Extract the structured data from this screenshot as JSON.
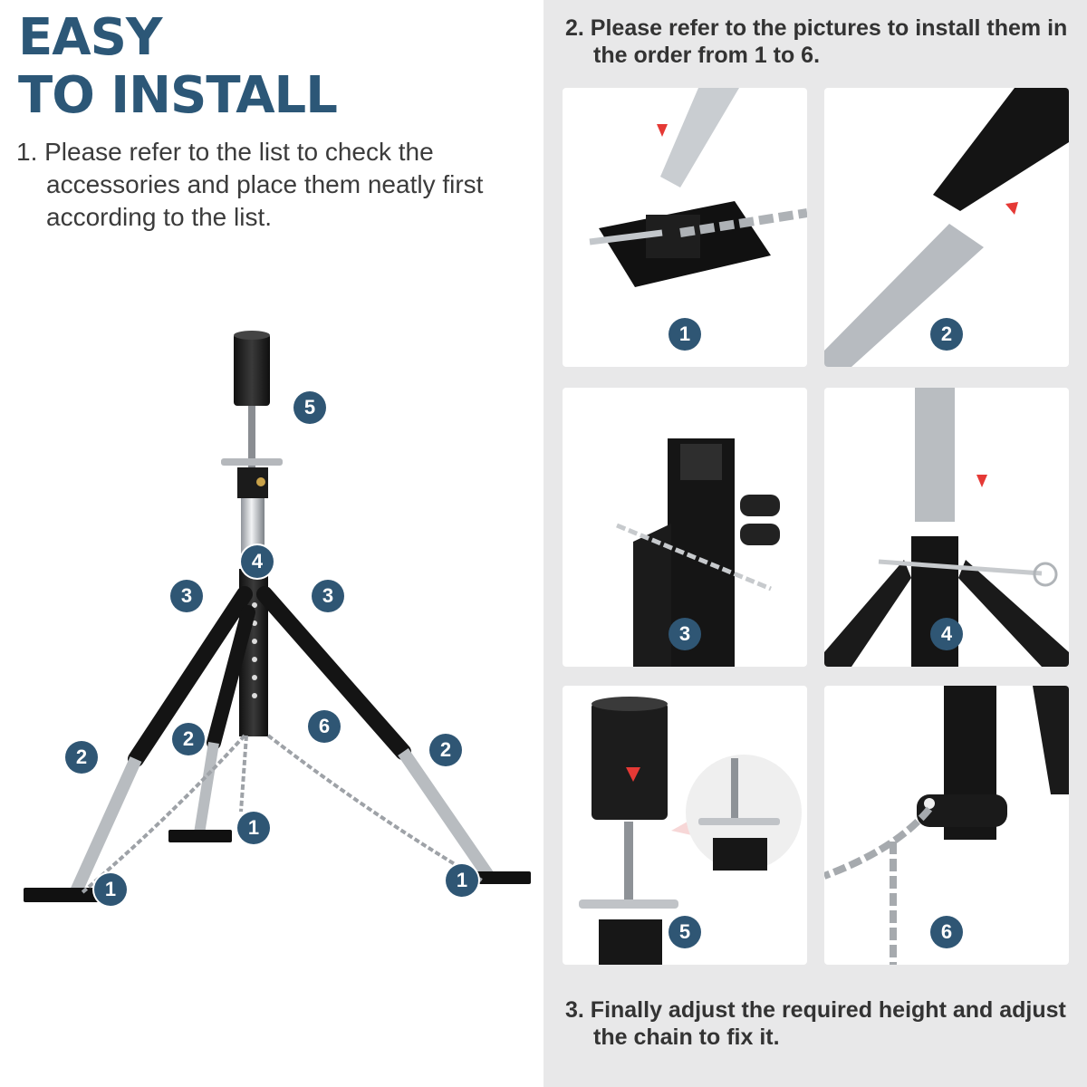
{
  "title": {
    "line1": "EASY",
    "line2": "TO INSTALL"
  },
  "step1": "1. Please refer to the list to check the accessories and place them neatly first according to the list.",
  "step2": "2. Please refer to the pictures to install them in the order from 1 to 6.",
  "step3": "3. Finally adjust the required height and adjust the chain to fix it.",
  "panels": [
    "1",
    "2",
    "3",
    "4",
    "5",
    "6"
  ],
  "stand_labels": {
    "top": "5",
    "center": "4",
    "bracket_left": "3",
    "bracket_right": "3",
    "leg_left": "2",
    "leg_middle": "2",
    "leg_right": "2",
    "chain": "6",
    "foot_middle": "1",
    "foot_left": "1",
    "foot_right": "1"
  },
  "colors": {
    "title": "#2c5777",
    "badge": "#2f5674",
    "panel_bg": "#e8e8e9"
  }
}
